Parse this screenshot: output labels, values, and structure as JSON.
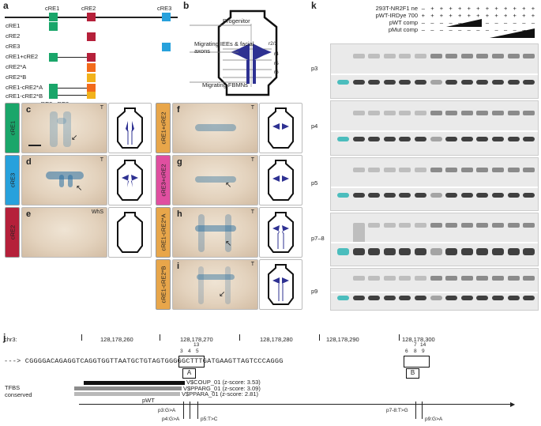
{
  "panels": {
    "a": "a",
    "b": "b",
    "c": "c",
    "d": "d",
    "e": "e",
    "f": "f",
    "g": "g",
    "h": "h",
    "i": "i",
    "j": "j",
    "k": "k"
  },
  "panel_a": {
    "header": [
      "cRE1",
      "cRE2",
      "cRE3"
    ],
    "rows": [
      "cRE1",
      "cRE2",
      "cRE3",
      "cRE1+cRE2",
      "cRE2*A",
      "cRE2*B",
      "cRE1-cRE2*A",
      "cRE1-cRE2*B",
      "cRE2-cRE3"
    ],
    "colors": {
      "cRE1": "#1aa66a",
      "cRE2": "#b5203a",
      "cRE3": "#27a1dc",
      "cRE2A": "#f26a1b",
      "cRE2B": "#f2b21b"
    }
  },
  "panel_b": {
    "labels": [
      "Progenitor",
      "Migrating IEEs & facial axons",
      "Migrating FBMNs"
    ],
    "rhombomeres": [
      "r2/3",
      "r4",
      "r5",
      "r6"
    ],
    "neuron_color": "#2e3192"
  },
  "side_tabs": {
    "c": "cRE1",
    "d": "cRE3",
    "e": "cRE2",
    "f": "cRE1+cRE2",
    "g": "cRE3+cRE2",
    "h": "cRE1-cRE2*A",
    "i": "cRE1-cRE2*B"
  },
  "tab_colors": {
    "c": "#1aa66a",
    "d": "#27a1dc",
    "e": "#b5203a",
    "f": "#e8a64a",
    "g": "#e04fa0",
    "h": "#e8a64a",
    "i": "#e8a64a"
  },
  "photo_tags": {
    "c": "T",
    "d": "T",
    "e": "WhS",
    "f": "T",
    "g": "T",
    "h": "T",
    "i": "T"
  },
  "panel_j": {
    "chr": "chr3:",
    "coords": [
      "128,178,260",
      "128,178,270",
      "128,178,280",
      "128,178,290",
      "128,178,300"
    ],
    "arrow": "--->",
    "sequence": "CGGGGACAGAGGTCAGGTGGTTAATGCTGTAGTGGGGGCTTTGATGAAGTTAGTCCCAGGG",
    "site_numbers_A": [
      "3",
      "4",
      "13",
      "5"
    ],
    "site_numbers_B": [
      "6",
      "7",
      "8",
      "14",
      "9"
    ],
    "box_A": "A",
    "box_B": "B",
    "tfbs_label": "TFBS conserved",
    "tfbs": [
      {
        "name": "V$COUP_01 (z-score: 3.53)",
        "color": "#111111"
      },
      {
        "name": "V$PPARG_01 (z-score: 3.09)",
        "color": "#8c8c8c"
      },
      {
        "name": "V$PPARA_01 (z-score: 2.81)",
        "color": "#b8b8b8"
      }
    ],
    "pwt": "pWT",
    "mutations": [
      "p3:G>A",
      "p4:G>A",
      "p5:T>C",
      "p7-8:T>G",
      "p9:G>A"
    ]
  },
  "panel_k": {
    "rows": [
      {
        "label": "293T-NR2F1 ne",
        "signs": [
          "–",
          "+",
          "+",
          "+",
          "+",
          "+",
          "+",
          "+",
          "+",
          "+",
          "+",
          "+",
          "+"
        ]
      },
      {
        "label": "pWT-IRDye 700",
        "signs": [
          "+",
          "+",
          "+",
          "+",
          "+",
          "+",
          "+",
          "+",
          "+",
          "+",
          "+",
          "+",
          "+"
        ]
      },
      {
        "label": "pWT comp",
        "signs": [
          "–",
          "–",
          "–",
          "–",
          "–",
          "–",
          "–",
          "–",
          "–",
          "–",
          "–",
          "–",
          "–"
        ]
      },
      {
        "label": "pMut comp",
        "signs": [
          "–",
          "–",
          "–",
          "–",
          "–",
          "–",
          "–",
          "–",
          "–",
          "–",
          "–",
          "–",
          "–"
        ]
      }
    ],
    "gels": [
      "p3",
      "p4",
      "p5",
      "p7–8",
      "p9"
    ]
  }
}
